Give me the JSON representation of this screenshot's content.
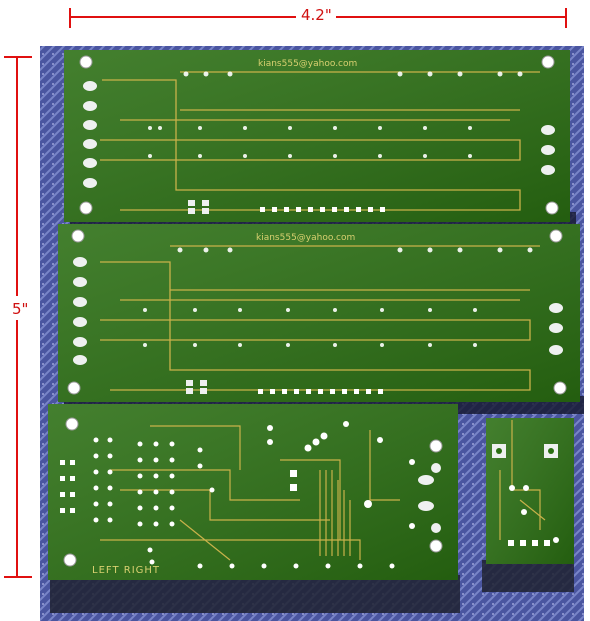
{
  "dimensions": {
    "width_label": "4.2\"",
    "height_label": "5\""
  },
  "boards": {
    "top_board_text": "kians555@yahoo.com",
    "middle_board_text": "kians555@yahoo.com",
    "bottom_board_text": "LEFT RIGHT"
  },
  "colors": {
    "dimension_lines": "#e01010",
    "pcb_green": "#2a6e12",
    "trace": "#c9b24a",
    "pad": "#eef0f0",
    "background_cloth": "#4a55a0"
  }
}
